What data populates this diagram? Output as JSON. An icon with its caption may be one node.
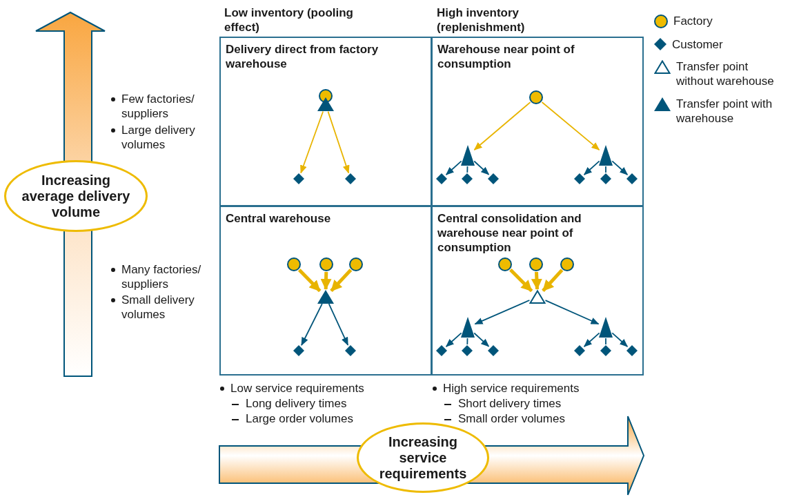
{
  "diagram": {
    "nodes": [
      {
        "text": [
          "Delivery direct from factory warehouse"
        ]
      },
      {
        "text": [],
        "shape": "circle",
        "in": 0
      },
      {
        "text": [],
        "shape": "triangle",
        "in": 0
      },
      {
        "text": [],
        "shape": "diamond",
        "in": 0
      },
      {
        "text": [],
        "shape": "diamond",
        "in": 0
      },
      {
        "text": [
          "Warehouse near point of consumption"
        ]
      },
      {
        "text": [],
        "shape": "circle",
        "in": 5
      },
      {
        "text": [],
        "shape": "triangle",
        "in": 5
      },
      {
        "text": [],
        "shape": "triangle",
        "in": 5
      },
      {
        "text": [],
        "shape": "diamond",
        "in": 5
      },
      {
        "text": [],
        "shape": "diamond",
        "in": 5
      },
      {
        "text": [],
        "shape": "diamond",
        "in": 5
      },
      {
        "text": [],
        "shape": "diamond",
        "in": 5
      },
      {
        "text": [],
        "shape": "diamond",
        "in": 5
      },
      {
        "text": [],
        "shape": "diamond",
        "in": 5
      },
      {
        "text": [
          "Central warehouse"
        ]
      },
      {
        "text": [],
        "shape": "circle",
        "in": 15
      },
      {
        "text": [],
        "shape": "circle",
        "in": 15
      },
      {
        "text": [],
        "shape": "circle",
        "in": 15
      },
      {
        "text": [],
        "shape": "triangle",
        "in": 15
      },
      {
        "text": [],
        "shape": "diamond",
        "in": 15
      },
      {
        "text": [],
        "shape": "diamond",
        "in": 15
      },
      {
        "text": [
          "Central consolidation and warehouse near point of consumption"
        ]
      },
      {
        "text": [],
        "shape": "circle",
        "in": 22
      },
      {
        "text": [],
        "shape": "circle",
        "in": 22
      },
      {
        "text": [],
        "shape": "circle",
        "in": 22
      },
      {
        "text": [],
        "shape": "open-triangle",
        "in": 22
      },
      {
        "text": [],
        "shape": "triangle",
        "in": 22
      },
      {
        "text": [],
        "shape": "triangle",
        "in": 22
      },
      {
        "text": [],
        "shape": "diamond",
        "in": 22
      },
      {
        "text": [],
        "shape": "diamond",
        "in": 22
      },
      {
        "text": [],
        "shape": "diamond",
        "in": 22
      },
      {
        "text": [],
        "shape": "diamond",
        "in": 22
      },
      {
        "text": [],
        "shape": "diamond",
        "in": 22
      },
      {
        "text": [],
        "shape": "diamond",
        "in": 22
      },
      {
        "text": [
          "Increasing average delivery volume"
        ]
      },
      {
        "text": [
          "Increasing service requirements"
        ]
      }
    ],
    "edges": [
      {
        "from": 2,
        "to": 3,
        "arrow": "to",
        "color": "#e8b400"
      },
      {
        "from": 2,
        "to": 4,
        "arrow": "to",
        "color": "#e8b400"
      },
      {
        "from": 6,
        "to": 7,
        "arrow": "to",
        "color": "#e8b400"
      },
      {
        "from": 6,
        "to": 8,
        "arrow": "to",
        "color": "#e8b400"
      },
      {
        "from": 7,
        "to": 9,
        "arrow": "to"
      },
      {
        "from": 7,
        "to": 10,
        "arrow": "none"
      },
      {
        "from": 7,
        "to": 11,
        "arrow": "to"
      },
      {
        "from": 8,
        "to": 12,
        "arrow": "to"
      },
      {
        "from": 8,
        "to": 13,
        "arrow": "none"
      },
      {
        "from": 8,
        "to": 14,
        "arrow": "to"
      },
      {
        "from": 16,
        "to": 19,
        "arrow": "to",
        "style": "thick",
        "color": "#e8b400"
      },
      {
        "from": 17,
        "to": 19,
        "arrow": "to",
        "style": "thick",
        "color": "#e8b400"
      },
      {
        "from": 18,
        "to": 19,
        "arrow": "to",
        "style": "thick",
        "color": "#e8b400"
      },
      {
        "from": 19,
        "to": 20,
        "arrow": "to"
      },
      {
        "from": 19,
        "to": 21,
        "arrow": "to"
      },
      {
        "from": 23,
        "to": 26,
        "arrow": "to",
        "style": "thick",
        "color": "#e8b400"
      },
      {
        "from": 24,
        "to": 26,
        "arrow": "to",
        "style": "thick",
        "color": "#e8b400"
      },
      {
        "from": 25,
        "to": 26,
        "arrow": "to",
        "style": "thick",
        "color": "#e8b400"
      },
      {
        "from": 26,
        "to": 27,
        "arrow": "to"
      },
      {
        "from": 26,
        "to": 28,
        "arrow": "to"
      },
      {
        "from": 27,
        "to": 29,
        "arrow": "to"
      },
      {
        "from": 27,
        "to": 30,
        "arrow": "none"
      },
      {
        "from": 27,
        "to": 31,
        "arrow": "to"
      },
      {
        "from": 28,
        "to": 32,
        "arrow": "to"
      },
      {
        "from": 28,
        "to": 33,
        "arrow": "none"
      },
      {
        "from": 28,
        "to": 34,
        "arrow": "to"
      }
    ],
    "labels": [
      "Low inventory (pooling effect)",
      "High inventory (replenishment)",
      "Few factories/ suppliers",
      "Large delivery volumes",
      "Many factories/ suppliers",
      "Small delivery volumes",
      "Low service requirements",
      "Long delivery times",
      "Large order volumes",
      "High service requirements",
      "Short delivery times",
      "Small order volumes"
    ],
    "legend": [
      {
        "text": "Factory"
      },
      {
        "text": "Customer"
      },
      {
        "text": "Transfer point without warehouse"
      },
      {
        "text": "Transfer point with warehouse"
      }
    ]
  }
}
